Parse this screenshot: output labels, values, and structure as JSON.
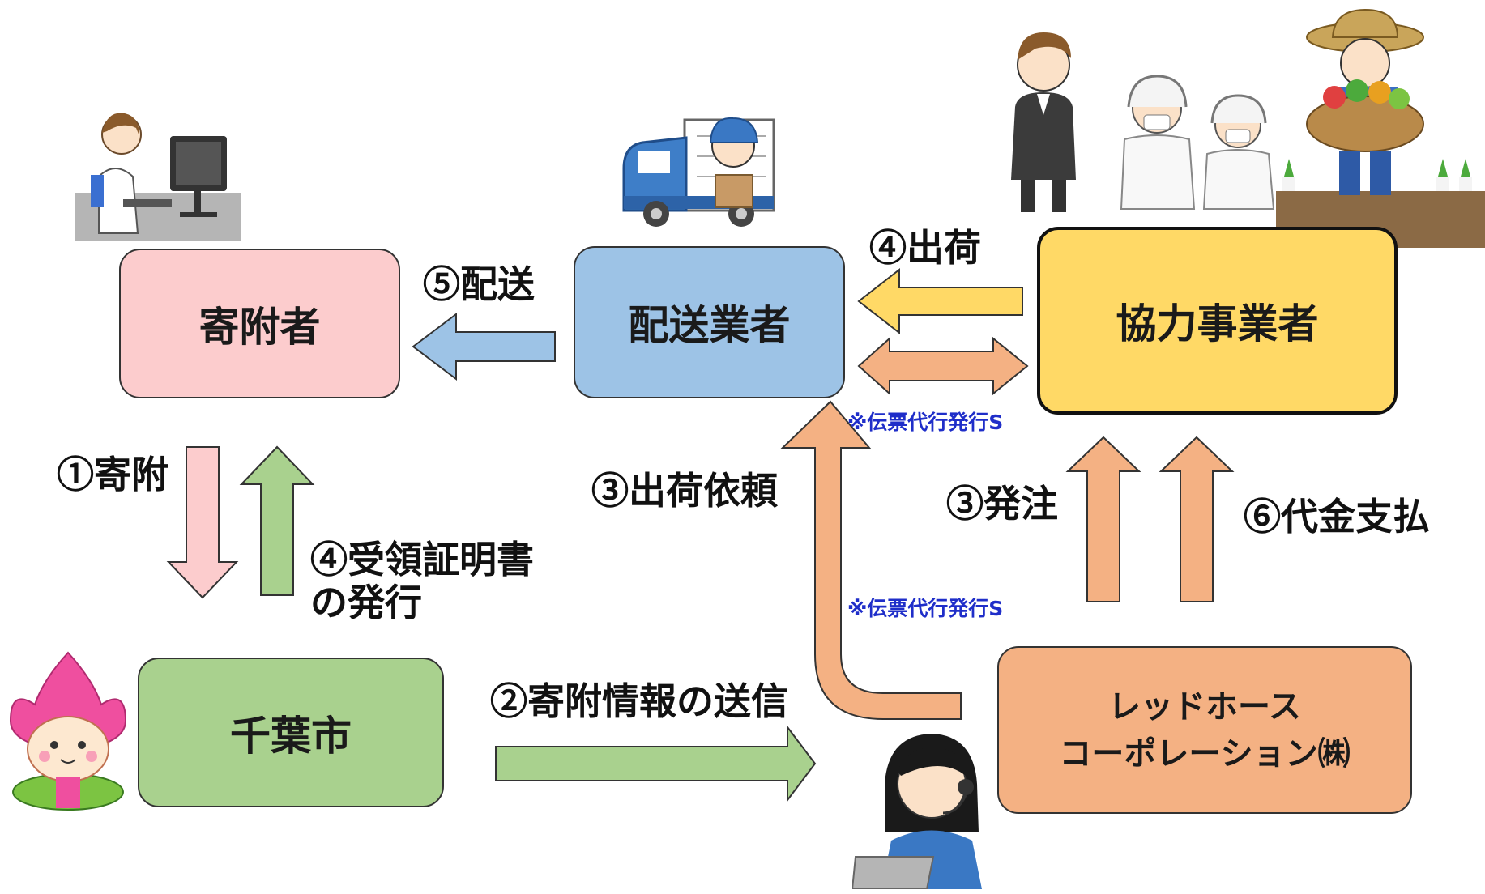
{
  "nodes": {
    "donor": "寄附者",
    "delivery": "配送業者",
    "partner": "協力事業者",
    "city": "千葉市",
    "redhorse_line1": "レッドホース",
    "redhorse_line2": "コーポレーション㈱"
  },
  "labels": {
    "deliver": "⑤配送",
    "ship": "④出荷",
    "donate": "①寄附",
    "certificate_line1": "④受領証明書",
    "certificate_line2": "の発行",
    "ship_request": "③出荷依頼",
    "order": "③発注",
    "payment": "⑥代金支払",
    "send_info": "②寄附情報の送信"
  },
  "notes": {
    "slip_top": "※伝票代行発行S",
    "slip_bottom": "※伝票代行発行S"
  },
  "colors": {
    "donor_fill": "#fccccd",
    "delivery_fill": "#9dc3e6",
    "partner_fill": "#ffd966",
    "city_fill": "#a9d18e",
    "redhorse_fill": "#f4b183",
    "note_blue": "#1f2ec9"
  },
  "illustrations": [
    "person-at-computer-icon",
    "delivery-truck-icon",
    "business-staff-icon",
    "farmer-icon",
    "lotus-mascot-icon",
    "operator-headset-icon"
  ]
}
